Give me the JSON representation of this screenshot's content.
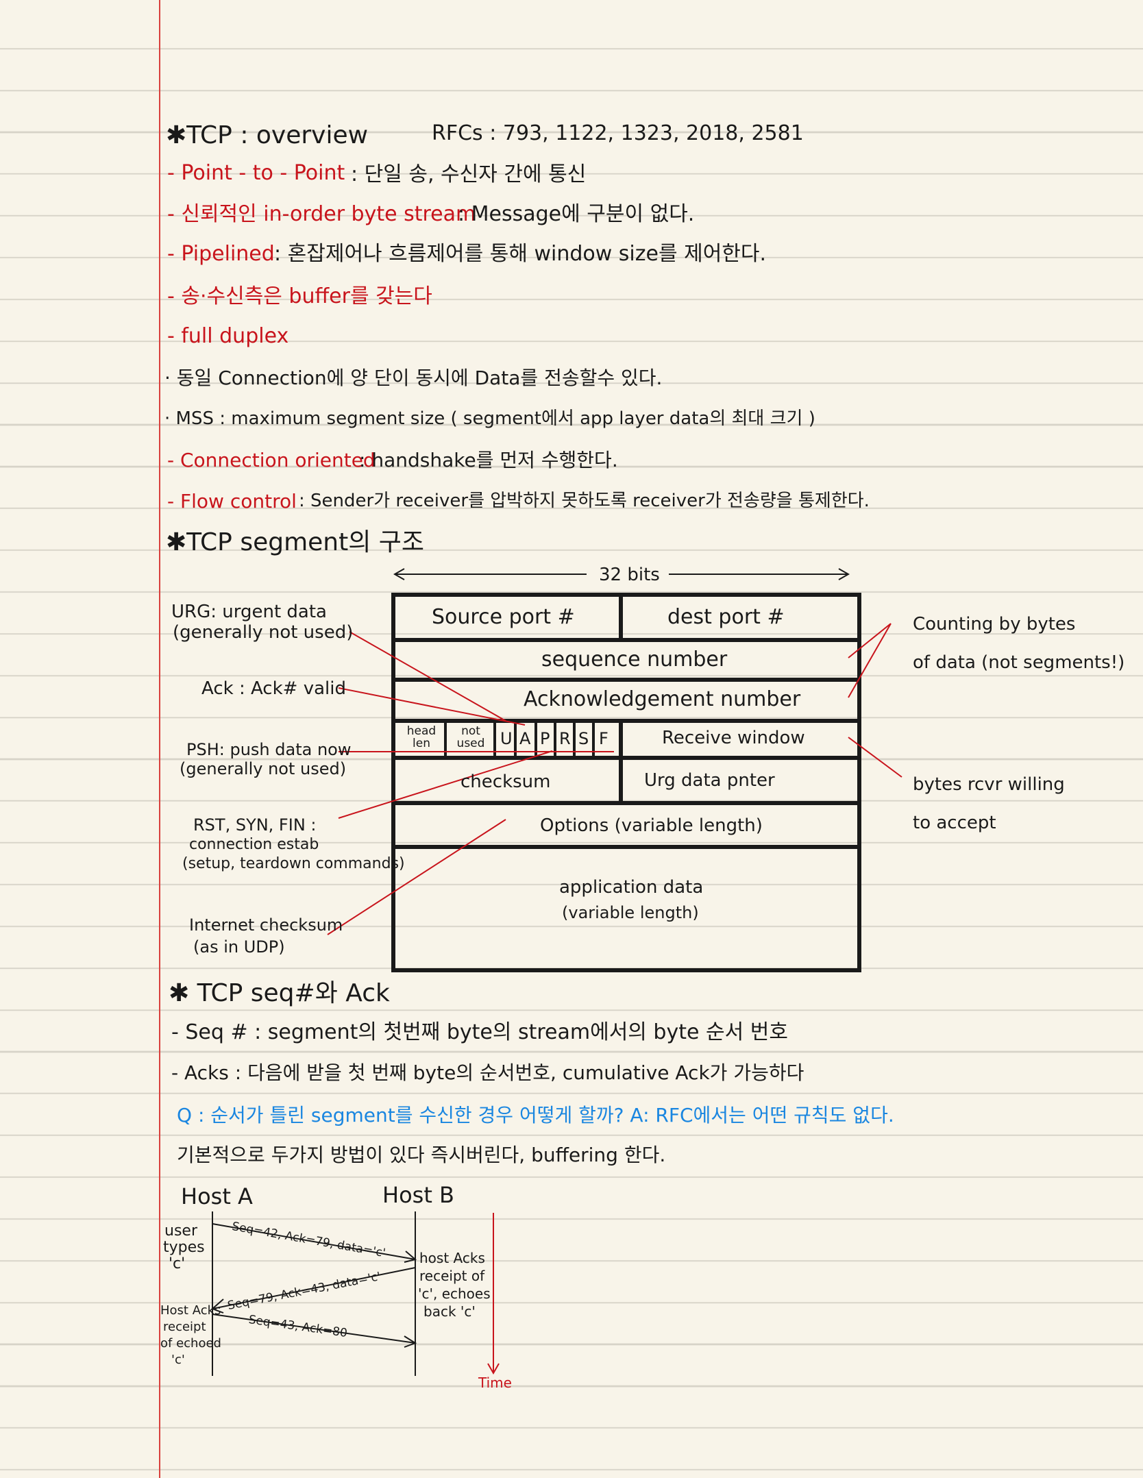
{
  "overview": {
    "title": "✱TCP : overview",
    "rfcs": "RFCs : 793, 1122, 1323, 2018, 2581",
    "lines": [
      {
        "term": "- Point - to - Point",
        "desc": ": 단일 송, 수신자 간에 통신"
      },
      {
        "term": "- 신뢰적인 in-order byte stream",
        "desc": ": Message에 구분이 없다."
      },
      {
        "term": "- Pipelined",
        "desc": ": 혼잡제어나 흐름제어를 통해 window size를 제어한다."
      },
      {
        "term": "- 송·수신측은 buffer를 갖는다",
        "desc": ""
      },
      {
        "term": "- full duplex",
        "desc": ""
      }
    ],
    "bullet1": "· 동일 Connection에 양 단이 동시에 Data를 전송할수 있다.",
    "bullet2": "· MSS : maximum segment size ( segment에서 app layer data의 최대 크기 )",
    "lines2": [
      {
        "term": "- Connection oriented",
        "desc": ": handshake를 먼저 수행한다."
      },
      {
        "term": "- Flow control",
        "desc": ": Sender가 receiver를 압박하지 못하도록 receiver가 전송량을 통제한다."
      }
    ]
  },
  "segment": {
    "title": "✱TCP segment의 구조",
    "width_label": "32 bits",
    "fields": {
      "source_port": "Source port #",
      "dest_port": "dest port #",
      "seq": "sequence number",
      "ack": "Acknowledgement number",
      "head_len": "head len",
      "not_used": "not used",
      "flags": [
        "U",
        "A",
        "P",
        "R",
        "S",
        "F"
      ],
      "receive_window": "Receive window",
      "checksum": "checksum",
      "urg_ptr": "Urg data pnter",
      "options": "Options (variable length)",
      "app_data_1": "application data",
      "app_data_2": "(variable length)"
    },
    "annotations": {
      "urg_1": "URG: urgent data",
      "urg_2": "(generally not used)",
      "ack": "Ack : Ack# valid",
      "psh_1": "PSH: push data now",
      "psh_2": "(generally not used)",
      "rst_1": "RST, SYN, FIN :",
      "rst_2": "connection estab",
      "rst_3": "(setup, teardown commands)",
      "inet_1": "Internet checksum",
      "inet_2": "(as in UDP)",
      "count_1": "Counting by bytes",
      "count_2": "of data (not segments!)",
      "rcvr_1": "bytes rcvr willing",
      "rcvr_2": "to accept"
    }
  },
  "seqack": {
    "title": "✱ TCP seq#와 Ack",
    "seq_line": "- Seq #  :  segment의 첫번째 byte의 stream에서의 byte 순서 번호",
    "ack_line": "- Acks : 다음에 받을 첫 번째 byte의 순서번호, cumulative Ack가 가능하다",
    "q_line": "Q : 순서가 틀린 segment를 수신한 경우 어떻게 할까?     A: RFC에서는 어떤 규칙도 없다.",
    "basic_line": "기본적으로 두가지 방법이 있다 즉시버린다, buffering 한다."
  },
  "timing": {
    "host_a": "Host A",
    "host_b": "Host B",
    "time": "Time",
    "msg1": "Seq=42, Ack=79, data='c'",
    "msg2": "Seq=79, Ack=43, data='c'",
    "msg3": "Seq=43, Ack=80",
    "left_top": [
      "user",
      "types",
      "'c'"
    ],
    "left_bottom": [
      "Host Acks",
      "receipt",
      "of echoed",
      "'c'"
    ],
    "right": [
      "host Acks",
      "receipt of",
      "'c', echoes",
      "back 'c'"
    ]
  },
  "colors": {
    "red": "#c8141c",
    "blue": "#1a86e0",
    "ink": "#1a1a1a",
    "paper": "#f8f4e9"
  }
}
